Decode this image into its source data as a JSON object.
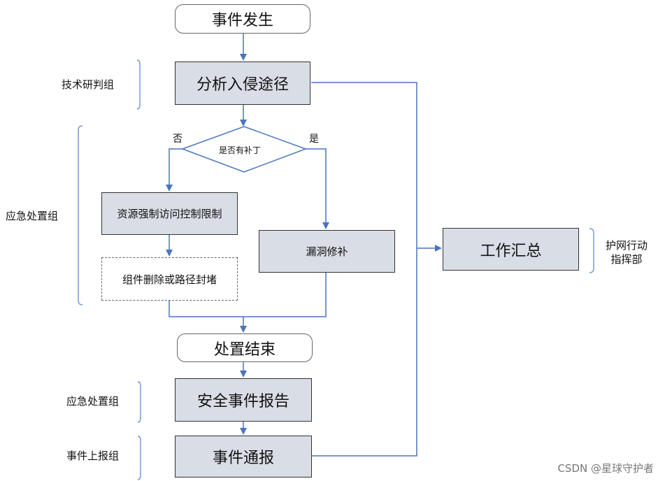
{
  "nodes": {
    "start": "事件发生",
    "analyze": "分析入侵途径",
    "decision": "是否有补丁",
    "access_control": "资源强制访问控制限制",
    "delete_block": "组件删除或路径封堵",
    "patch": "漏洞修补",
    "end": "处置结束",
    "report": "安全事件报告",
    "notify": "事件通报",
    "summary": "工作汇总"
  },
  "branches": {
    "no": "否",
    "yes": "是"
  },
  "groups": {
    "tech": "技术研判组",
    "emergency_top": "应急处置组",
    "emergency_bottom": "应急处置组",
    "report_group": "事件上报组",
    "command_line1": "护网行动",
    "command_line2": "指挥部"
  },
  "watermark": "CSDN @星球守护者",
  "colors": {
    "line": "#4a74c0",
    "box_fill": "#d9dde6",
    "bracket": "#7a9ad0"
  }
}
